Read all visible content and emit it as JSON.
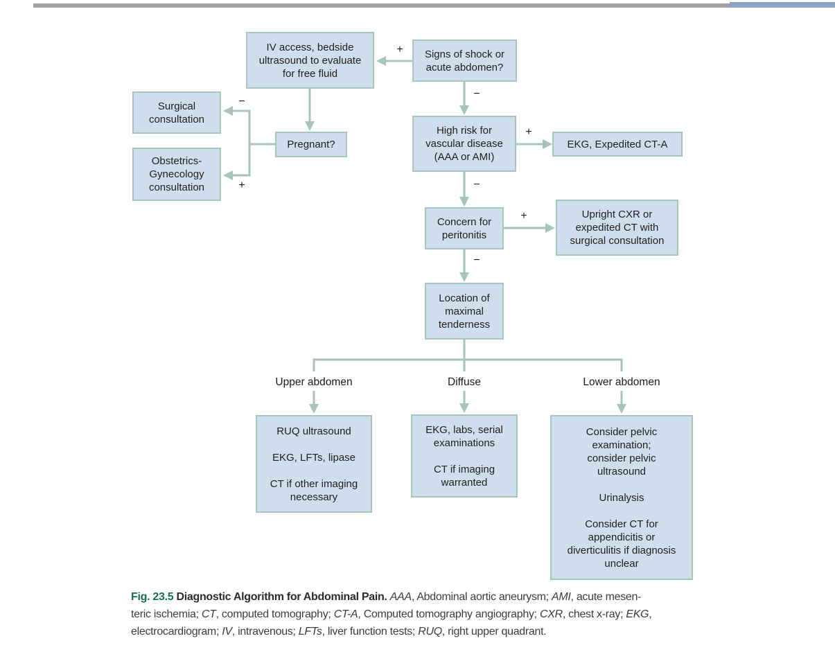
{
  "colors": {
    "box_fill": "#cfdeec",
    "box_border": "#a5c6b7",
    "connector": "#a5c6b7",
    "caption_accent_green": "#17714a",
    "top_bar_gray": "#a3a3a6",
    "top_bar_blue": "#8ca3c4"
  },
  "diagram": {
    "nodes": {
      "iv_access": "IV access, bedside\nultrasound to evaluate\nfor free fluid",
      "signs_shock": "Signs of shock or\nacute abdomen?",
      "surgical": "Surgical\nconsultation",
      "obgyn": "Obstetrics-\nGynecology\nconsultation",
      "pregnant": "Pregnant?",
      "high_risk": "High risk for\nvascular disease\n(AAA or AMI)",
      "ekg_cta": "EKG, Expedited CT-A",
      "concern": "Concern for\nperitonitis",
      "upright_cxr": "Upright CXR or\nexpedited CT with\nsurgical consultation",
      "location": "Location of\nmaximal\ntenderness",
      "upper_workup": "RUQ ultrasound\n\nEKG, LFTs, lipase\n\nCT if other imaging\nnecessary",
      "diffuse_workup": "EKG, labs, serial\nexaminations\n\nCT if imaging\nwarranted",
      "lower_workup": "Consider pelvic\nexamination;\nconsider pelvic\nultrasound\n\nUrinalysis\n\nConsider CT for\nappendicitis or\ndiverticulitis if diagnosis\nunclear"
    },
    "branch_labels": {
      "upper": "Upper abdomen",
      "diffuse": "Diffuse",
      "lower": "Lower abdomen"
    },
    "signs": {
      "plus": "+",
      "minus": "−"
    }
  },
  "caption": {
    "lines": [
      [
        {
          "t": "Fig. 23.5",
          "s": "fig"
        },
        {
          "t": "  Diagnostic Algorithm for Abdominal Pain. ",
          "s": "b"
        },
        {
          "t": "AAA",
          "s": "i"
        },
        {
          "t": ", Abdominal aortic aneurysm; ",
          "s": "r"
        },
        {
          "t": "AMI",
          "s": "i"
        },
        {
          "t": ", acute mesen-",
          "s": "r"
        }
      ],
      [
        {
          "t": "teric ischemia; ",
          "s": "r"
        },
        {
          "t": "CT",
          "s": "i"
        },
        {
          "t": ", computed tomography; ",
          "s": "r"
        },
        {
          "t": "CT-A",
          "s": "i"
        },
        {
          "t": ", Computed tomography angiography; ",
          "s": "r"
        },
        {
          "t": "CXR",
          "s": "i"
        },
        {
          "t": ", chest x-ray; ",
          "s": "r"
        },
        {
          "t": "EKG",
          "s": "i"
        },
        {
          "t": ",",
          "s": "r"
        }
      ],
      [
        {
          "t": "electrocardiogram; ",
          "s": "r"
        },
        {
          "t": "IV",
          "s": "i"
        },
        {
          "t": ", intravenous; ",
          "s": "r"
        },
        {
          "t": "LFTs",
          "s": "i"
        },
        {
          "t": ", liver function tests; ",
          "s": "r"
        },
        {
          "t": "RUQ",
          "s": "i"
        },
        {
          "t": ", right upper quadrant.",
          "s": "r"
        }
      ]
    ]
  }
}
